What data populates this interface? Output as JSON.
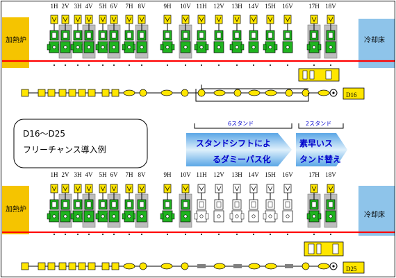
{
  "stand_labels": [
    "1H",
    "2V",
    "3H",
    "4V",
    "5H",
    "6V",
    "7H",
    "8V",
    "9H",
    "10V",
    "11H",
    "12V",
    "13H",
    "14V",
    "15H",
    "16V",
    "17H",
    "18V"
  ],
  "furnace_label": "加熱炉",
  "cooling_bed_label": "冷却床",
  "size_top": "D16",
  "size_bottom": "D25",
  "title_box": {
    "line1": "D16～D25",
    "line2": "フリーチャンス導入例"
  },
  "bracket_left": "6スタンド",
  "bracket_right": "2スタンド",
  "arrow_left": {
    "line1": "スタンドシフトによ",
    "line2": "るダミーパス化"
  },
  "arrow_right": {
    "line1": "素早いス",
    "line2": "タンド替え"
  },
  "colors": {
    "furnace": "#f5c400",
    "cooling_bed": "#8ec4ea",
    "pass_line": "#ff0000",
    "stand_green": "#1fb41f",
    "stand_gray": "#bdbdbd",
    "yellow": "#ffe600",
    "arrow_blue": "#6fb7ea",
    "text_blue": "#0000cc"
  }
}
